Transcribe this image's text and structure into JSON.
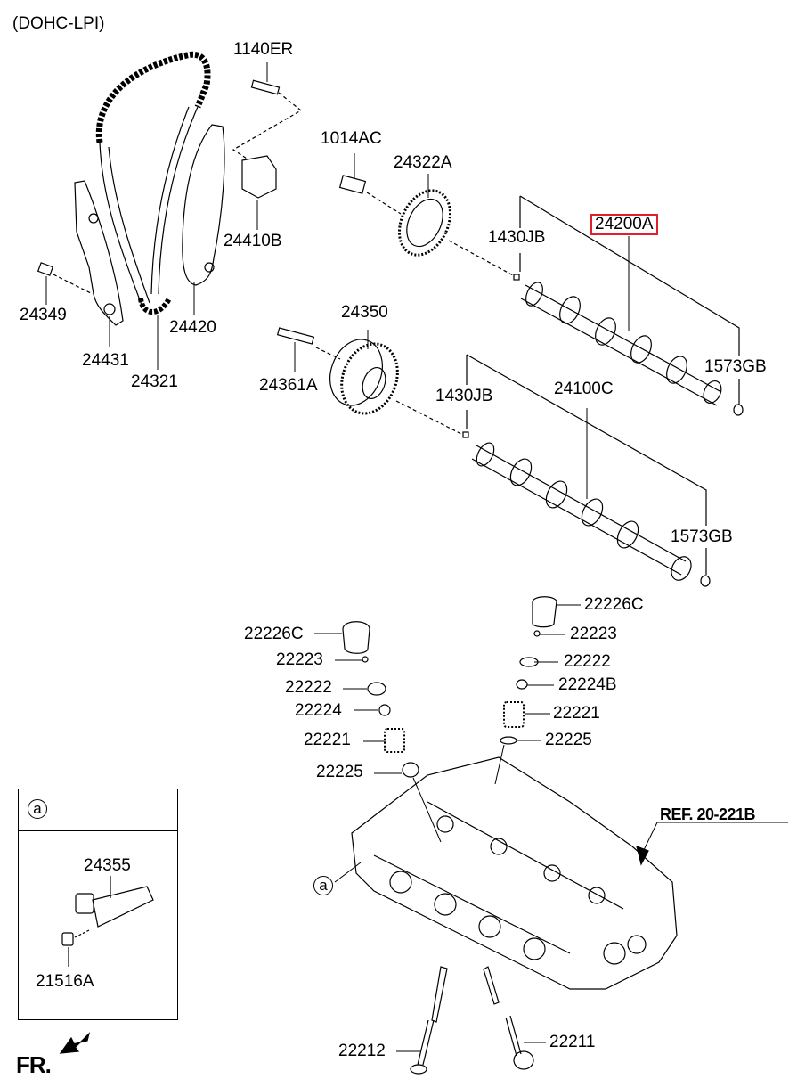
{
  "diagram": {
    "title": "(DOHC-LPI)",
    "highlight_color": "#e0202a",
    "front_label": "FR.",
    "reference": "REF. 20-221B",
    "inset": {
      "marker": "a",
      "labels": [
        "24355",
        "21516A"
      ]
    },
    "callout_marker": "a",
    "parts": [
      {
        "id": "1140ER",
        "label": "1140ER",
        "highlighted": false
      },
      {
        "id": "1014AC",
        "label": "1014AC",
        "highlighted": false
      },
      {
        "id": "24322A",
        "label": "24322A",
        "highlighted": false
      },
      {
        "id": "24410B",
        "label": "24410B",
        "highlighted": false
      },
      {
        "id": "1430JB-upper",
        "label": "1430JB",
        "highlighted": false
      },
      {
        "id": "24200A",
        "label": "24200A",
        "highlighted": true
      },
      {
        "id": "24349",
        "label": "24349",
        "highlighted": false
      },
      {
        "id": "24420",
        "label": "24420",
        "highlighted": false
      },
      {
        "id": "24431",
        "label": "24431",
        "highlighted": false
      },
      {
        "id": "24321",
        "label": "24321",
        "highlighted": false
      },
      {
        "id": "24350",
        "label": "24350",
        "highlighted": false
      },
      {
        "id": "1573GB-upper",
        "label": "1573GB",
        "highlighted": false
      },
      {
        "id": "24361A",
        "label": "24361A",
        "highlighted": false
      },
      {
        "id": "1430JB-lower",
        "label": "1430JB",
        "highlighted": false
      },
      {
        "id": "24100C",
        "label": "24100C",
        "highlighted": false
      },
      {
        "id": "1573GB-lower",
        "label": "1573GB",
        "highlighted": false
      },
      {
        "id": "22226C-right",
        "label": "22226C",
        "highlighted": false
      },
      {
        "id": "22226C-left",
        "label": "22226C",
        "highlighted": false
      },
      {
        "id": "22223-right",
        "label": "22223",
        "highlighted": false
      },
      {
        "id": "22223-left",
        "label": "22223",
        "highlighted": false
      },
      {
        "id": "22222-right",
        "label": "22222",
        "highlighted": false
      },
      {
        "id": "22222-left",
        "label": "22222",
        "highlighted": false
      },
      {
        "id": "22224B",
        "label": "22224B",
        "highlighted": false
      },
      {
        "id": "22224",
        "label": "22224",
        "highlighted": false
      },
      {
        "id": "22221-right",
        "label": "22221",
        "highlighted": false
      },
      {
        "id": "22221-left",
        "label": "22221",
        "highlighted": false
      },
      {
        "id": "22225-right",
        "label": "22225",
        "highlighted": false
      },
      {
        "id": "22225-left",
        "label": "22225",
        "highlighted": false
      },
      {
        "id": "22212",
        "label": "22212",
        "highlighted": false
      },
      {
        "id": "22211",
        "label": "22211",
        "highlighted": false
      }
    ]
  }
}
